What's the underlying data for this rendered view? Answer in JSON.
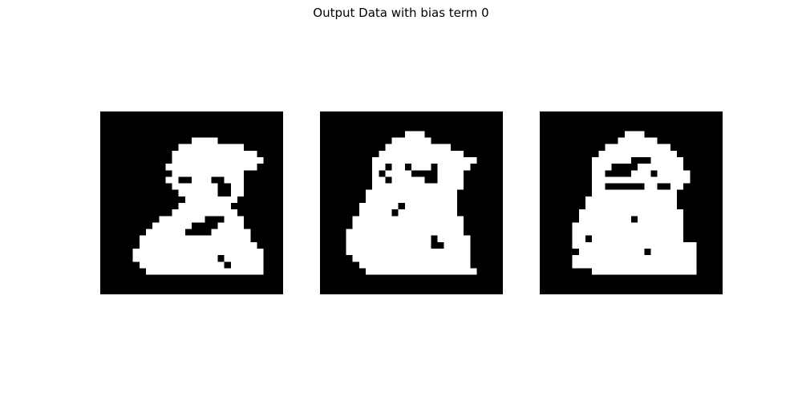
{
  "figure": {
    "title": "Output Data with bias term 0"
  },
  "images": [
    {
      "label": "output-image-1",
      "colors": {
        "background": "#000000",
        "foreground": "#ffffff"
      },
      "bitmap": [
        "0000000000000000000000000000",
        "0000000000000000000000000000",
        "0000000000000000000000000000",
        "0000000000000000000000000000",
        "0000000000000011110000000000",
        "0000000000001111111111000000",
        "0000000000011111111111110000",
        "0000000000011111111111111000",
        "0000000000111111111111110000",
        "0000000000011111111111000000",
        "0000000000110011100111000000",
        "0000000000011111110011000000",
        "0000000000001111110011000000",
        "0000000000000111111110000000",
        "0000000000001111111100000000",
        "0000000000011111111110000000",
        "0000000001111111000111000000",
        "0000000011111100001111000000",
        "0000000111111000011111100000",
        "0000001111111111111111100000",
        "0000001111111111111111110000",
        "0000011111111111111111111000",
        "0000011111111111110111111000",
        "0000001111111111111011111000",
        "0000000111111111111111111000",
        "0000000000000000000000000000",
        "0000000000000000000000000000",
        "0000000000000000000000000000"
      ]
    },
    {
      "label": "output-image-2",
      "colors": {
        "background": "#000000",
        "foreground": "#ffffff"
      },
      "bitmap": [
        "0000000000000000000000000000",
        "0000000000000000000000000000",
        "0000000000000000000000000000",
        "0000000000000111000000000000",
        "0000000000011111100000000000",
        "0000000000111111111100000000",
        "0000000001111111111111000000",
        "0000000011111111111111110000",
        "0000000011011011101111100000",
        "0000000010111100001111000000",
        "0000000011011111001111000000",
        "0000000011111111111111000000",
        "0000000111111111111110000000",
        "0000000111111111111110000000",
        "0000001111110111111110000000",
        "0000001111101111111110000000",
        "0000011111111111111111000000",
        "0000011111111111111111000000",
        "0000111111111111111111000000",
        "0000111111111111101111100000",
        "0000111111111111100111100000",
        "0000111111111111111111100000",
        "0000011111111111111111100000",
        "0000001111111111111111100000",
        "0000000111111111111111110000",
        "0000000000000000000000000000",
        "0000000000000000000000000000",
        "0000000000000000000000000000"
      ]
    },
    {
      "label": "output-image-3",
      "colors": {
        "background": "#000000",
        "foreground": "#ffffff"
      },
      "bitmap": [
        "0000000000000000000000000000",
        "0000000000000000000000000000",
        "0000000000000000000000000000",
        "0000000000000111000000000000",
        "0000000000001111110000000000",
        "0000000000111111111100000000",
        "0000000001111111111110000000",
        "0000000011111100011111000000",
        "0000000011100001111111000000",
        "0000000011000011101111100000",
        "0000000011111111111111100000",
        "0000000011000000110011000000",
        "0000000011111111111110000000",
        "0000000111111111111110000000",
        "0000000111111111111110000000",
        "0000001111111111111111000000",
        "0000001111111101111111000000",
        "0000011111111111111111000000",
        "0000011111111111111111000000",
        "0000011011111111111111000000",
        "0000011111111111111111110000",
        "0000001111111111011111110000",
        "0000011111111111111111110000",
        "0000011111111111111111110000",
        "0000000011111111111111110000",
        "0000000000000000000000000000",
        "0000000000000000000000000000",
        "0000000000000000000000000000"
      ]
    }
  ]
}
